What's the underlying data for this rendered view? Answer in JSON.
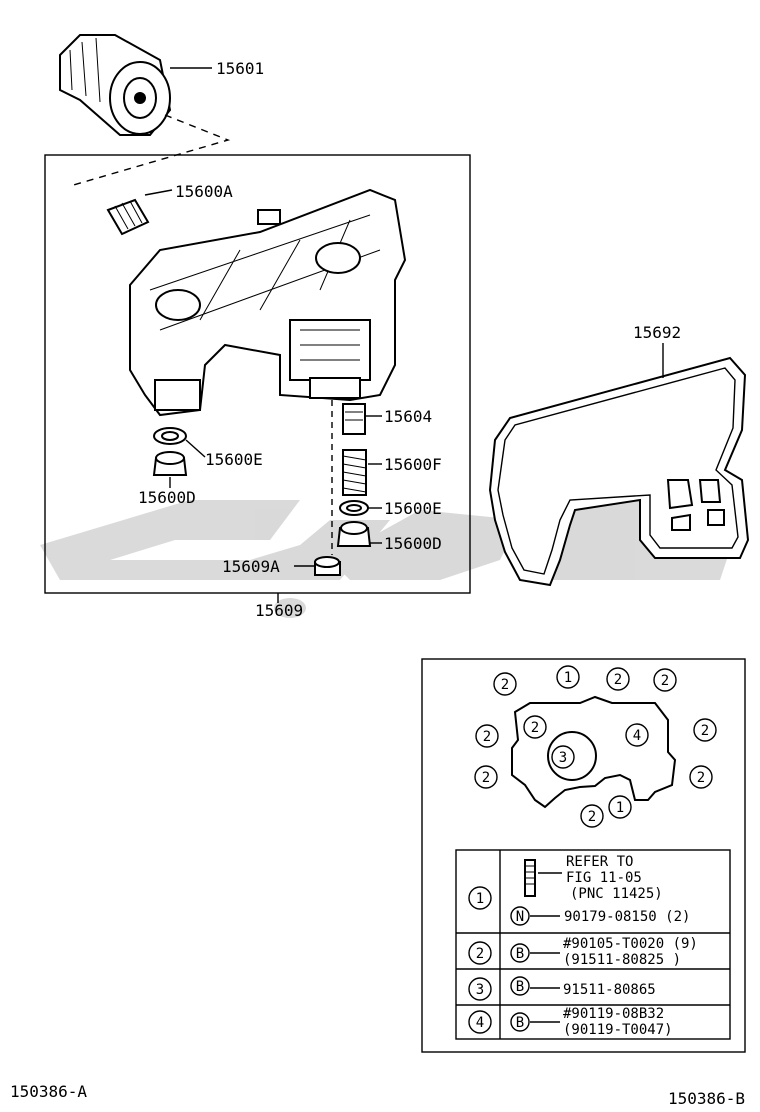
{
  "parts": {
    "p15601": "15601",
    "p15600A": "15600A",
    "p15604": "15604",
    "p15600E_left": "15600E",
    "p15600F": "15600F",
    "p15600D_left": "15600D",
    "p15600E_right": "15600E",
    "p15600D_right": "15600D",
    "p15609A": "15609A",
    "p15609": "15609",
    "p15692": "15692"
  },
  "bolt_layout": {
    "markers": {
      "one": "1",
      "two": "2",
      "three": "3",
      "four": "4"
    }
  },
  "legend": {
    "rows": [
      {
        "key": "1",
        "badge": "N",
        "lines": [
          "REFER TO",
          "FIG 11-05",
          "(PNC 11425)"
        ],
        "part": "90179-08150 (2)"
      },
      {
        "key": "2",
        "badge": "B",
        "part": "#90105-T0020 (9)",
        "part2": "(91511-80825 )"
      },
      {
        "key": "3",
        "badge": "B",
        "part": "91511-80865"
      },
      {
        "key": "4",
        "badge": "B",
        "part": "#90119-08B32",
        "part2": "(90119-T0047)"
      }
    ]
  },
  "footer": {
    "left": "150386-A",
    "right": "150386-B"
  }
}
